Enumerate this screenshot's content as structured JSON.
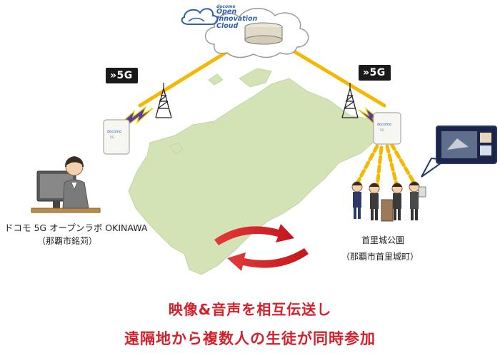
{
  "cloud": {
    "brand_small": "docomo",
    "brand_lines": [
      "Open",
      "Innovation",
      "Cloud"
    ],
    "brand_color": "#2d5fb0"
  },
  "badges": {
    "left": "»5G",
    "right": "»5G"
  },
  "locations": {
    "left_name": "ドコモ 5G オープンラボ OKINAWA",
    "left_sub": "（那覇市銘苅）",
    "right_name": "首里城公園",
    "right_sub": "（那覇市首里城町）"
  },
  "captions": {
    "line1": "映像&音声を相互伝送し",
    "line2": "遠隔地から複数人の生徒が同時参加"
  },
  "colors": {
    "link": "#f5b800",
    "land": "#d4e3b6",
    "arrow": "#d4202a",
    "caption": "#d4202a"
  }
}
